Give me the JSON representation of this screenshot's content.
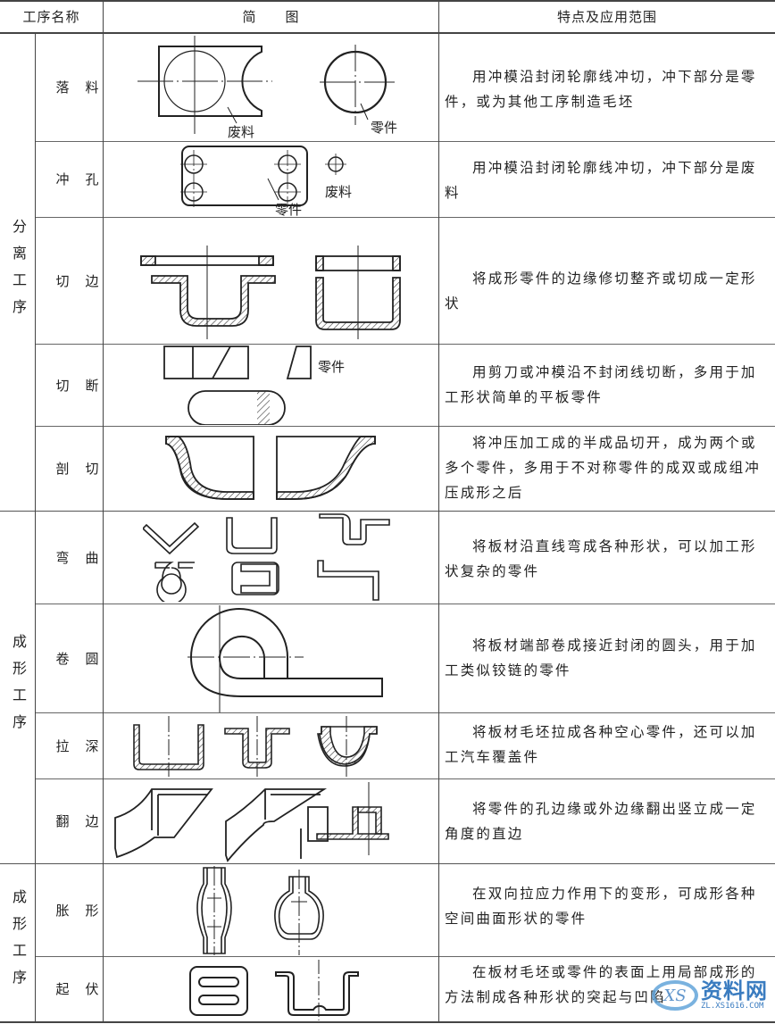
{
  "header": {
    "col_process_name": "工序名称",
    "col_diagram": "简　　图",
    "col_features": "特点及应用范围"
  },
  "groups": [
    {
      "label": "分离工序"
    },
    {
      "label": "成形工序"
    },
    {
      "label": "成形工序"
    }
  ],
  "rows": [
    {
      "process": "落料",
      "description": "用冲模沿封闭轮廓线冲切，冲下部分是零件，或为其他工序制造毛坯",
      "figure_labels": [
        "废料",
        "零件"
      ]
    },
    {
      "process": "冲孔",
      "description": "用冲模沿封闭轮廓线冲切，冲下部分是废料",
      "figure_labels": [
        "废料",
        "零件"
      ]
    },
    {
      "process": "切边",
      "description": "将成形零件的边缘修切整齐或切成一定形状"
    },
    {
      "process": "切断",
      "description": "用剪刀或冲模沿不封闭线切断，多用于加工形状简单的平板零件",
      "figure_labels": [
        "零件"
      ]
    },
    {
      "process": "剖切",
      "description": "将冲压加工成的半成品切开，成为两个或多个零件，多用于不对称零件的成双或成组冲压成形之后"
    },
    {
      "process": "弯曲",
      "description": "将板材沿直线弯成各种形状，可以加工形状复杂的零件"
    },
    {
      "process": "卷圆",
      "description": "将板材端部卷成接近封闭的圆头，用于加工类似铰链的零件"
    },
    {
      "process": "拉深",
      "description": "将板材毛坯拉成各种空心零件，还可以加工汽车覆盖件"
    },
    {
      "process": "翻边",
      "description": "将零件的孔边缘或外边缘翻出竖立成一定角度的直边"
    },
    {
      "process": "胀形",
      "description": "在双向拉应力作用下的变形，可成形各种空间曲面形状的零件"
    },
    {
      "process": "起伏",
      "description": "在板材毛坯或零件的表面上用局部成形的方法制成各种形状的突起与凹陷"
    }
  ],
  "watermark": {
    "icon": "xs-logo-icon",
    "title": "资料网",
    "url": "ZL.XS1616.COM"
  },
  "colors": {
    "line": "#444444",
    "text": "#222222",
    "watermark": "#3a7cc0"
  }
}
